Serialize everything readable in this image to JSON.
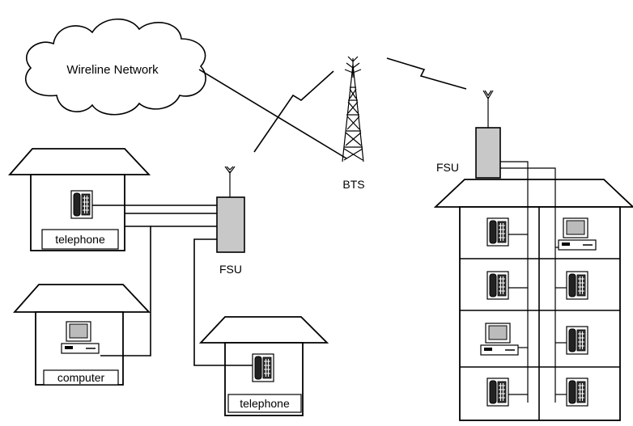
{
  "labels": {
    "cloud": "Wireline Network",
    "bts": "BTS",
    "fsu_left": "FSU",
    "fsu_right": "FSU",
    "house1": "telephone",
    "house2": "computer",
    "house3": "telephone"
  },
  "colors": {
    "line": "#000000",
    "fsu_fill": "#c8c8c8",
    "background": "#ffffff"
  },
  "icons": [
    "cloud-icon",
    "tower-icon",
    "antenna-icon",
    "telephone-icon",
    "computer-icon",
    "lightning-icon",
    "house-icon",
    "building-icon"
  ]
}
